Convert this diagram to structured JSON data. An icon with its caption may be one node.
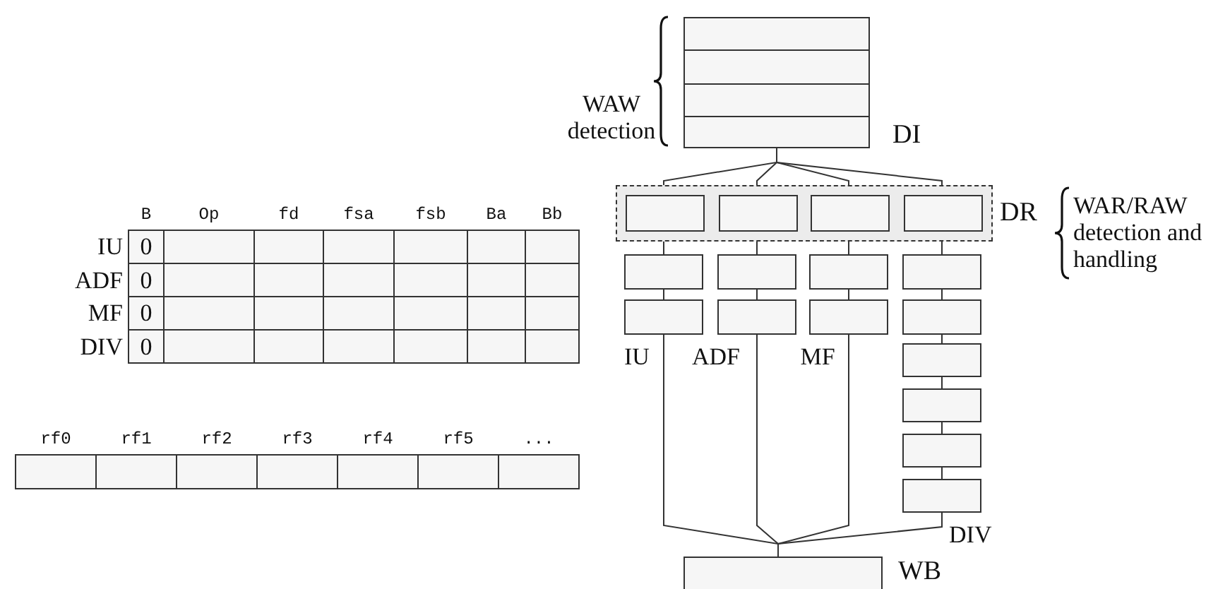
{
  "diagram": {
    "nodes": [
      {
        "text": [],
        "shape": "box",
        "beside": [
          "DI"
        ]
      },
      {
        "text": [],
        "shape": "box",
        "beside": [
          "DR"
        ]
      },
      {
        "text": [],
        "shape": "box",
        "in": 1
      },
      {
        "text": [],
        "shape": "box",
        "in": 1
      },
      {
        "text": [],
        "shape": "box",
        "in": 1
      },
      {
        "text": [],
        "shape": "box",
        "in": 1
      },
      {
        "text": [],
        "shape": "box"
      },
      {
        "text": [],
        "shape": "box"
      },
      {
        "text": [],
        "shape": "box"
      },
      {
        "text": [],
        "shape": "box"
      },
      {
        "text": [],
        "shape": "box"
      },
      {
        "text": [],
        "shape": "box"
      },
      {
        "text": [],
        "shape": "box"
      },
      {
        "text": [],
        "shape": "box"
      },
      {
        "text": [],
        "shape": "box"
      },
      {
        "text": [],
        "shape": "box"
      },
      {
        "text": [],
        "shape": "box"
      },
      {
        "text": [],
        "shape": "box"
      },
      {
        "text": [],
        "shape": "box",
        "beside": [
          "WB"
        ]
      }
    ],
    "edges": [
      {
        "from": 0,
        "to": 2,
        "arrow": "none"
      },
      {
        "from": 0,
        "to": 3,
        "arrow": "none"
      },
      {
        "from": 0,
        "to": 4,
        "arrow": "none"
      },
      {
        "from": 0,
        "to": 5,
        "arrow": "none"
      },
      {
        "from": 2,
        "to": 6,
        "arrow": "none"
      },
      {
        "from": 3,
        "to": 7,
        "arrow": "none"
      },
      {
        "from": 4,
        "to": 8,
        "arrow": "none"
      },
      {
        "from": 5,
        "to": 9,
        "arrow": "none"
      },
      {
        "from": 6,
        "to": 10,
        "arrow": "none"
      },
      {
        "from": 7,
        "to": 11,
        "arrow": "none"
      },
      {
        "from": 8,
        "to": 12,
        "arrow": "none"
      },
      {
        "from": 9,
        "to": 13,
        "arrow": "none"
      },
      {
        "from": 13,
        "to": 14,
        "arrow": "none"
      },
      {
        "from": 14,
        "to": 15,
        "arrow": "none"
      },
      {
        "from": 15,
        "to": 16,
        "arrow": "none"
      },
      {
        "from": 16,
        "to": 17,
        "arrow": "none"
      },
      {
        "from": 10,
        "to": 18,
        "arrow": "none"
      },
      {
        "from": 11,
        "to": 18,
        "arrow": "none"
      },
      {
        "from": 12,
        "to": 18,
        "arrow": "none"
      },
      {
        "from": 17,
        "to": 18,
        "arrow": "none"
      }
    ],
    "labels": [
      "WAW detection",
      "WAR/RAW detection and handling",
      "B",
      "Op",
      "fd",
      "fsa",
      "fsb",
      "Ba",
      "Bb",
      "IU",
      "0",
      "ADF",
      "0",
      "MF",
      "0",
      "DIV",
      "0",
      "IU",
      "ADF",
      "MF",
      "DIV",
      "rf0",
      "rf1",
      "rf2",
      "rf3",
      "rf4",
      "rf5",
      "..."
    ]
  }
}
